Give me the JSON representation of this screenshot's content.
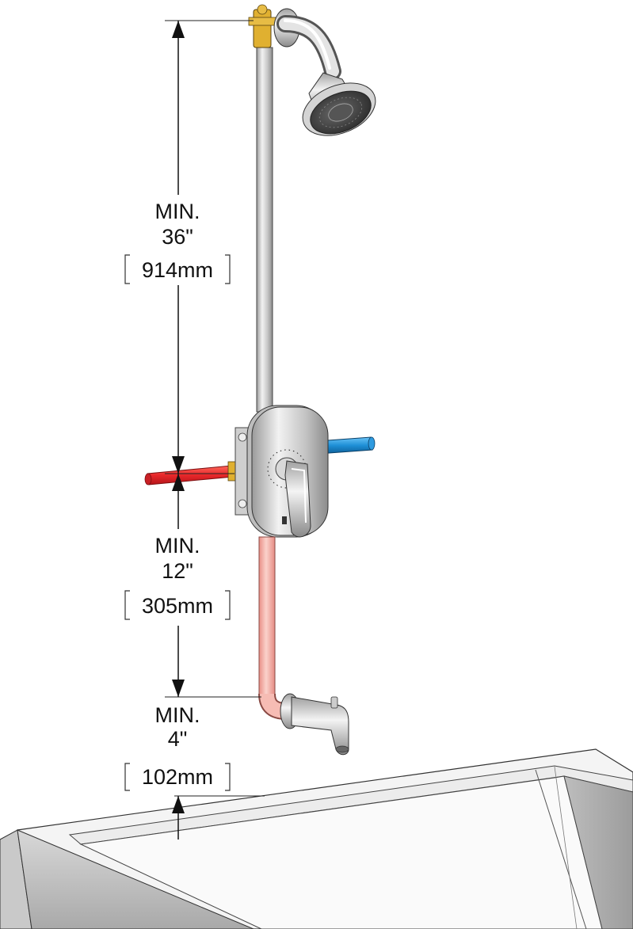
{
  "dimensions": {
    "shower_head": {
      "label": "MIN.",
      "imperial": "36\"",
      "metric": "914mm"
    },
    "valve_to_spout": {
      "label": "MIN.",
      "imperial": "12\"",
      "metric": "305mm"
    },
    "spout_to_tub": {
      "label": "MIN.",
      "imperial": "4\"",
      "metric": "102mm"
    }
  },
  "colors": {
    "hot_supply": "#e8272a",
    "cold_supply": "#1e8fd6",
    "copper_pipe": "#f2a7a0",
    "chrome": "#c8c8c8",
    "brass": "#e0b030"
  }
}
